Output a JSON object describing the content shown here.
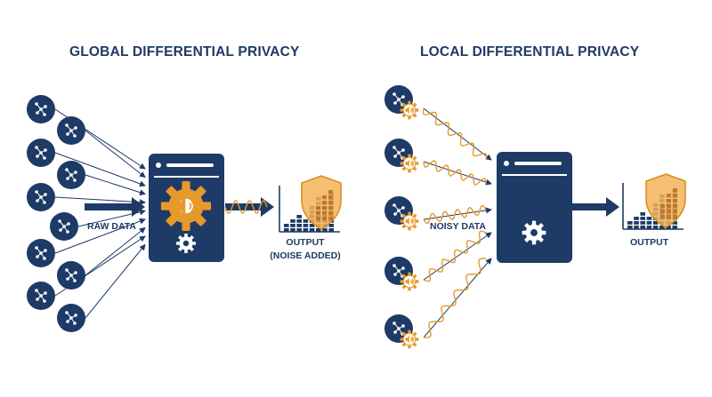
{
  "global": {
    "title": "GLOBAL DIFFERENTIAL PRIVACY",
    "raw_data_label": "RAW DATA",
    "output_label_line1": "OUTPUT",
    "output_label_line2": "(NOISE ADDED)"
  },
  "local": {
    "title": "LOCAL DIFFERENTIAL PRIVACY",
    "noisy_data_label": "NOISY DATA",
    "output_label": "OUTPUT"
  },
  "colors": {
    "navy": "#1e3a66",
    "orange": "#e59a2a",
    "shield": "#f3b45a",
    "white": "#ffffff"
  },
  "icons": [
    "user-node-icon",
    "server-icon",
    "gear-icon",
    "speaker-icon",
    "shield-icon",
    "bar-chart-icon",
    "noise-wave-icon"
  ]
}
